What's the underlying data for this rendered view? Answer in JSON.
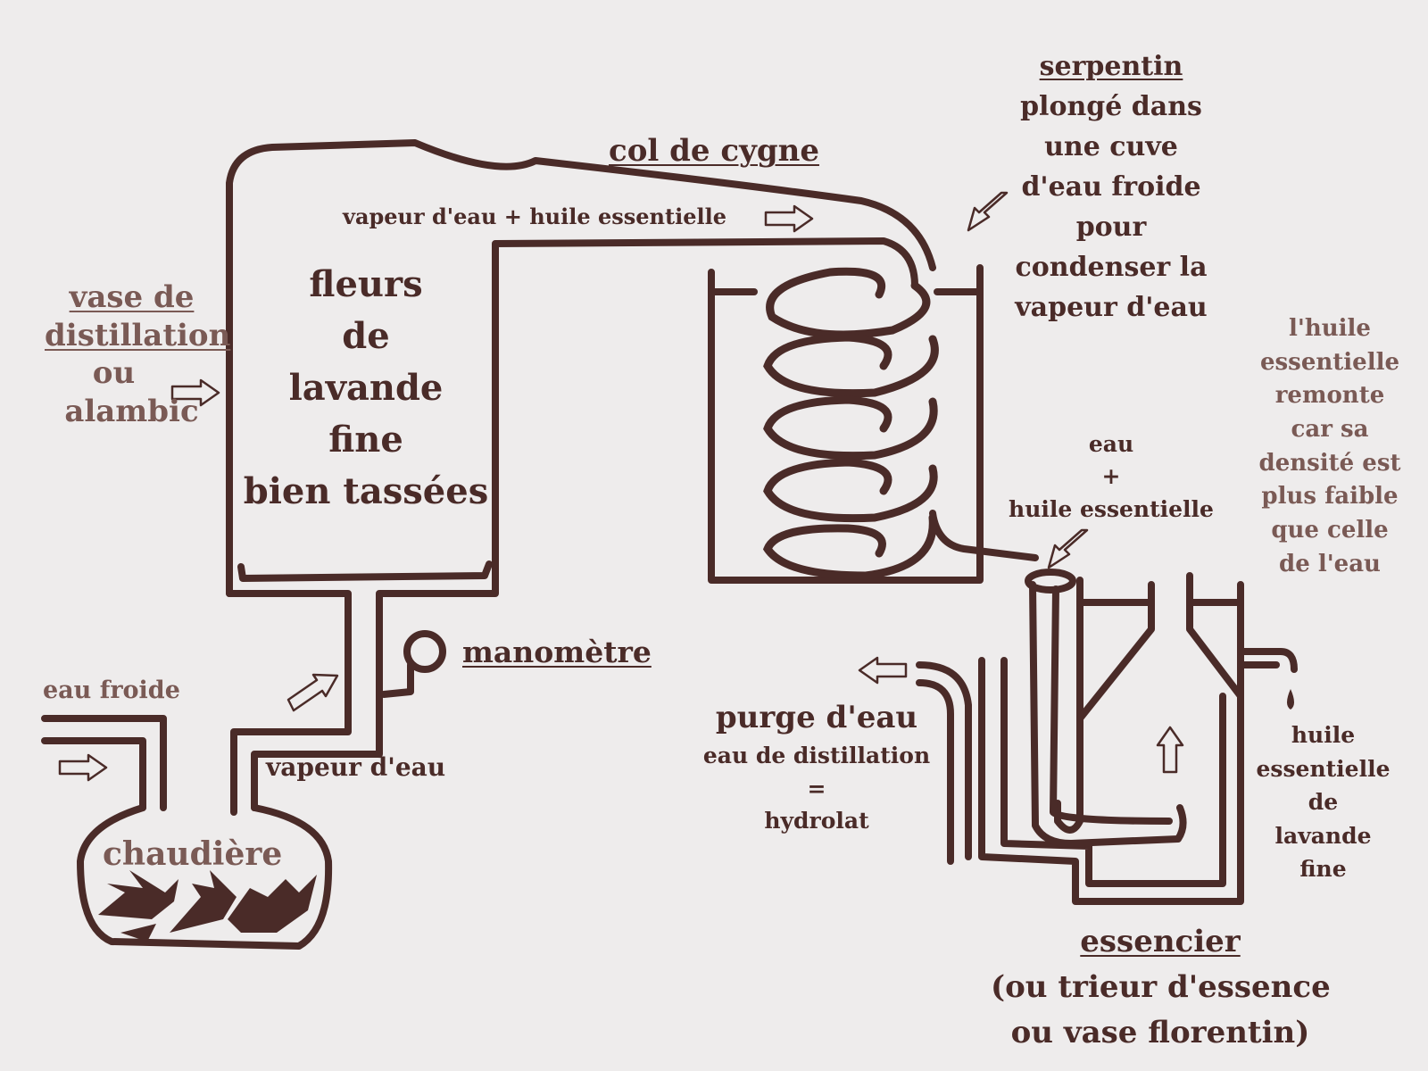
{
  "colors": {
    "ink": "#4a2b28",
    "ink_faint": "#7a5a55",
    "paper": "#eeecec"
  },
  "labels": {
    "vase_title_1": "vase de",
    "vase_title_2": "distillation",
    "vase_ou": "ou",
    "vase_alambic": "alambic",
    "fleurs": [
      "fleurs",
      "de",
      "lavande",
      "fine",
      "bien tassées"
    ],
    "col_de_cygne": "col de cygne",
    "vapeur_huile": "vapeur d'eau + huile essentielle",
    "serpentin_title": "serpentin",
    "serpentin_desc": [
      "plongé dans",
      "une cuve",
      "d'eau froide",
      "pour",
      "condenser la",
      "vapeur d'eau"
    ],
    "huile_remonte": [
      "l'huile",
      "essentielle",
      "remonte",
      "car sa",
      "densité est",
      "plus faible",
      "que celle",
      "de l'eau"
    ],
    "eau_huile": [
      "eau",
      "+",
      "huile essentielle"
    ],
    "manometre": "manomètre",
    "eau_froide": "eau froide",
    "vapeur_eau": "vapeur d'eau",
    "chaudiere": "chaudière",
    "purge_title": "purge d'eau",
    "purge_desc": [
      "eau de distillation",
      "=",
      "hydrolat"
    ],
    "huile_lavande": [
      "huile",
      "essentielle",
      "de",
      "lavande",
      "fine"
    ],
    "essencier_title": "essencier",
    "essencier_desc": [
      "(ou trieur d'essence",
      "ou vase florentin)"
    ]
  }
}
